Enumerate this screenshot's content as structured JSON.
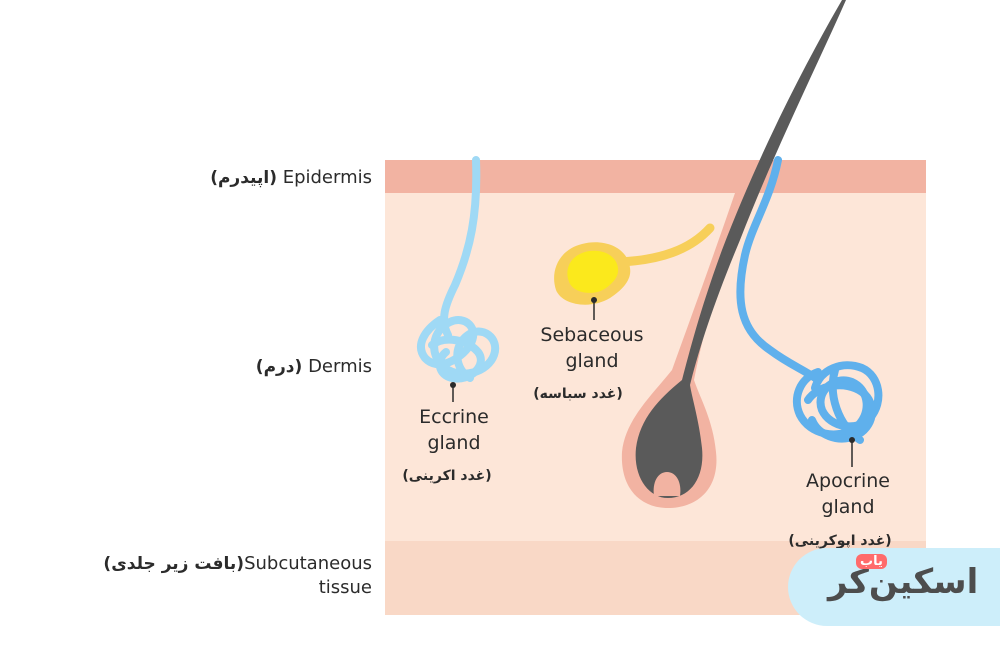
{
  "layers": {
    "epidermis": {
      "en": "Epidermis",
      "fa": "(اپیدرم)"
    },
    "dermis": {
      "en": "Dermis",
      "fa": "(درم)"
    },
    "subcutaneous": {
      "en_line1": "Subcutaneous",
      "en_line2": "tissue",
      "fa": "(بافت زیر جلدی)"
    }
  },
  "glands": {
    "eccrine": {
      "line1": "Eccrine",
      "line2": "gland",
      "fa": "(غدد اکرینی)"
    },
    "sebaceous": {
      "line1": "Sebaceous",
      "line2": "gland",
      "fa": "(غدد سباسه)"
    },
    "apocrine": {
      "line1": "Apocrine",
      "line2": "gland",
      "fa": "(غدد اپوکرینی)"
    }
  },
  "watermark": {
    "main": "اسکین‌کر",
    "badge": "یاب"
  },
  "colors": {
    "epidermis": "#f2b3a2",
    "dermis": "#fde6d8",
    "subcutaneous": "#f9d8c6",
    "hair": "#5a5a5a",
    "follicle": "#f2b3a2",
    "eccrine": "#9fd9f5",
    "sebaceous": "#f7cf59",
    "sebaceous_core": "#fbe91c",
    "apocrine": "#5fb0ec"
  }
}
